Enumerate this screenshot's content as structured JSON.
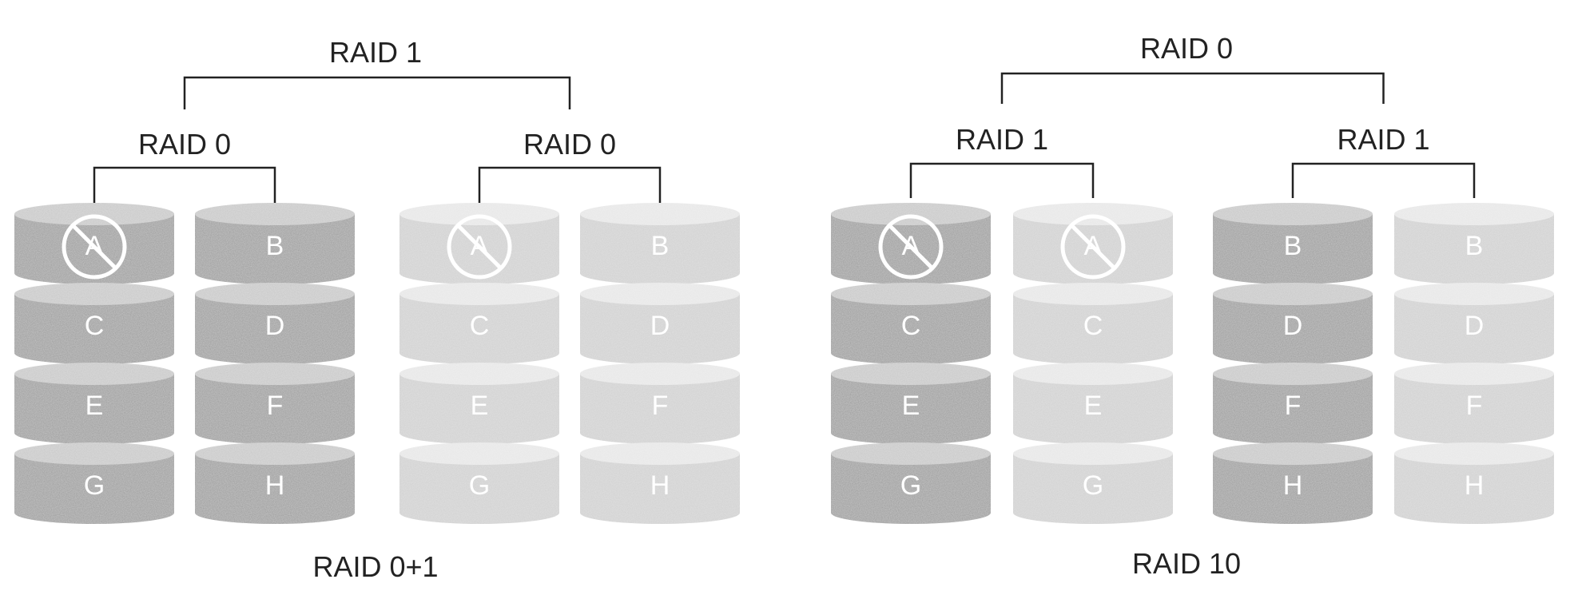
{
  "diagrams": [
    {
      "caption": "RAID 0+1",
      "top_label": "RAID 1",
      "groups": [
        {
          "label": "RAID 0",
          "columns": [
            {
              "shade": "dark",
              "disks": [
                "A",
                "C",
                "E",
                "G"
              ],
              "failed": [
                0
              ]
            },
            {
              "shade": "dark",
              "disks": [
                "B",
                "D",
                "F",
                "H"
              ],
              "failed": []
            }
          ]
        },
        {
          "label": "RAID 0",
          "columns": [
            {
              "shade": "light",
              "disks": [
                "A",
                "C",
                "E",
                "G"
              ],
              "failed": [
                0
              ]
            },
            {
              "shade": "light",
              "disks": [
                "B",
                "D",
                "F",
                "H"
              ],
              "failed": []
            }
          ]
        }
      ]
    },
    {
      "caption": "RAID 10",
      "top_label": "RAID 0",
      "groups": [
        {
          "label": "RAID 1",
          "columns": [
            {
              "shade": "dark",
              "disks": [
                "A",
                "C",
                "E",
                "G"
              ],
              "failed": [
                0
              ]
            },
            {
              "shade": "light",
              "disks": [
                "A",
                "C",
                "E",
                "G"
              ],
              "failed": [
                0
              ]
            }
          ]
        },
        {
          "label": "RAID 1",
          "columns": [
            {
              "shade": "dark",
              "disks": [
                "B",
                "D",
                "F",
                "H"
              ],
              "failed": []
            },
            {
              "shade": "light",
              "disks": [
                "B",
                "D",
                "F",
                "H"
              ],
              "failed": []
            }
          ]
        }
      ]
    }
  ],
  "colors": {
    "dark_body": "#9a9a9a",
    "dark_top": "#c6c6c6",
    "light_body": "#cfcfcf",
    "light_top": "#e6e6e6",
    "line": "#222222",
    "disk_text": "#ffffff"
  }
}
